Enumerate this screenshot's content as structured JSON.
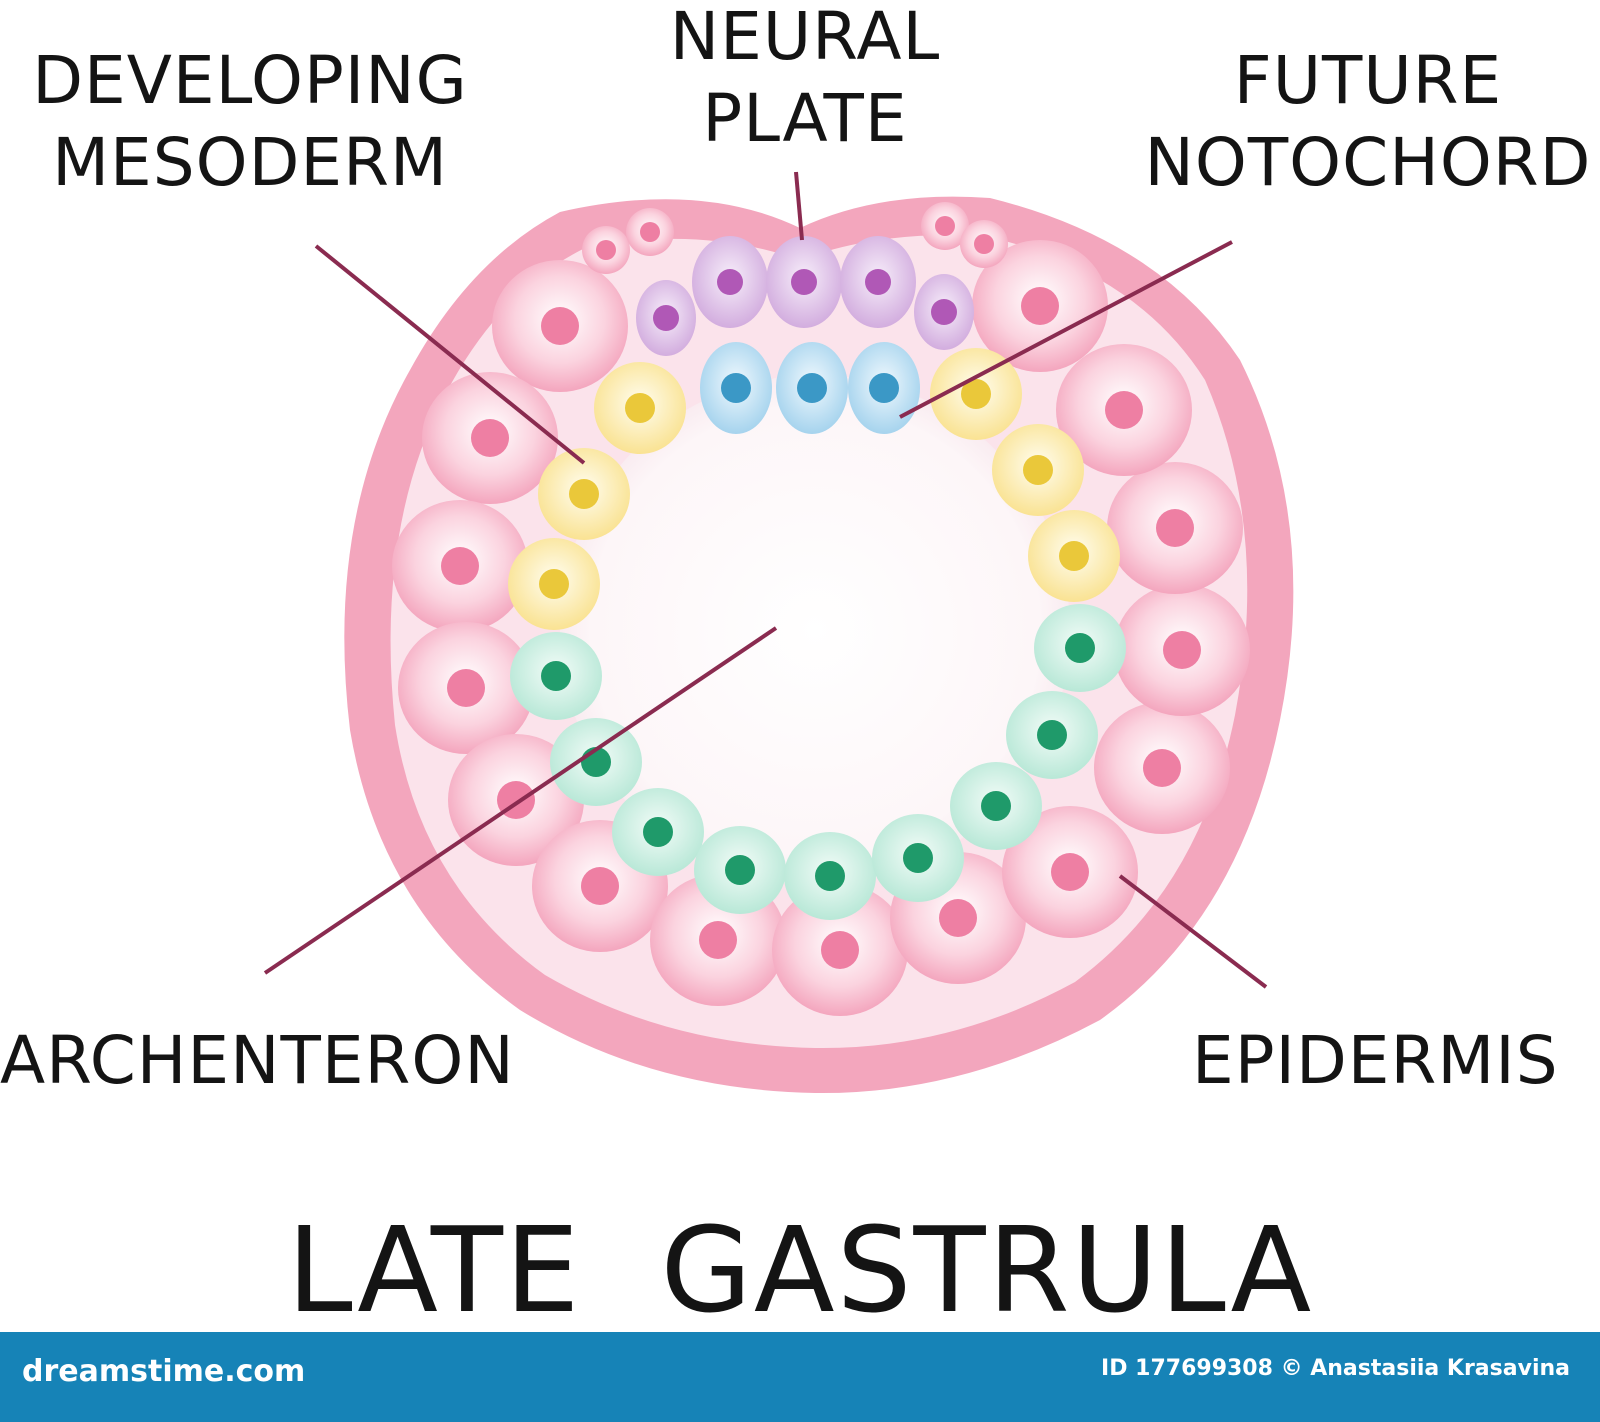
{
  "labels": {
    "developing_mesoderm": [
      "DEVELOPING",
      "MESODERM"
    ],
    "neural_plate": [
      "NEURAL",
      "PLATE"
    ],
    "future_notochord": [
      "FUTURE",
      "NOTOCHORD"
    ],
    "archenteron": "ARCHENTERON",
    "epidermis": "EPIDERMIS"
  },
  "title": "LATE  GASTRULA",
  "footer": {
    "brand": "dreamstime.com",
    "credit": "ID 177699308 © Anastasiia Krasavina"
  },
  "colors": {
    "epidermis": "#f3a6bd",
    "epidermis_nucleus": "#ee7fa3",
    "mesoderm": "#fbe7a2",
    "mesoderm_nucleus": "#eac83a",
    "neural_plate": "#d9b6e3",
    "neural_plate_nucleus": "#b058b6",
    "notochord": "#aed8ef",
    "notochord_nucleus": "#3b98c6",
    "endoderm": "#bfeadc",
    "endoderm_nucleus": "#1f9a6a",
    "pointer_line": "#8a2b50",
    "footer_bar": "#1683b7"
  }
}
